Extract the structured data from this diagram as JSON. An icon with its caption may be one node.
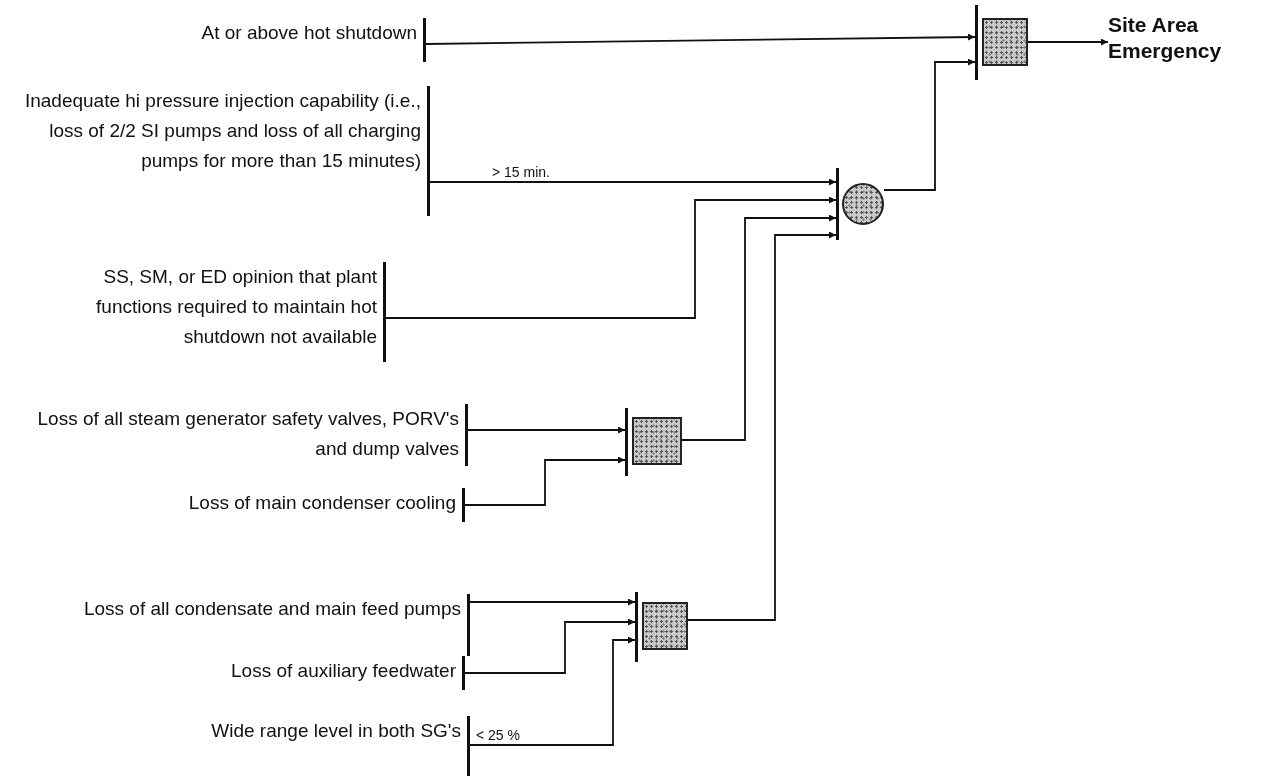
{
  "diagram": {
    "nodes": [
      {
        "text": [
          "At or above hot shutdown"
        ]
      },
      {
        "text": [
          "Inadequate hi pressure injection capability (i.e., loss of 2/2 SI pumps and loss of all charging pumps for more than 15 minutes)"
        ]
      },
      {
        "text": [
          "SS, SM, or ED opinion that plant functions required to maintain hot shutdown not available"
        ]
      },
      {
        "text": [
          "Loss of all steam generator safety valves, PORV's and dump valves"
        ]
      },
      {
        "text": [
          "Loss of main condenser cooling"
        ]
      },
      {
        "text": [
          "Loss of all condensate and main feed pumps"
        ]
      },
      {
        "text": [
          "Loss of auxiliary feedwater"
        ]
      },
      {
        "text": [
          "Wide range level in both SG's"
        ]
      },
      {
        "text": [],
        "shape": "box"
      },
      {
        "text": [],
        "shape": "circle"
      },
      {
        "text": [],
        "shape": "box"
      },
      {
        "text": [],
        "shape": "box"
      },
      {
        "text": [
          "Site Area Emergency"
        ]
      }
    ],
    "edges": [
      {
        "from": 0,
        "to": 8,
        "arrow": "to"
      },
      {
        "from": 9,
        "to": 8,
        "arrow": "to"
      },
      {
        "from": 8,
        "to": 12,
        "arrow": "to"
      },
      {
        "from": 1,
        "to": 9,
        "arrow": "to",
        "label": "> 15 min."
      },
      {
        "from": 2,
        "to": 9,
        "arrow": "to"
      },
      {
        "from": 10,
        "to": 9,
        "arrow": "to"
      },
      {
        "from": 11,
        "to": 9,
        "arrow": "to"
      },
      {
        "from": 3,
        "to": 10,
        "arrow": "to"
      },
      {
        "from": 4,
        "to": 10,
        "arrow": "to"
      },
      {
        "from": 5,
        "to": 11,
        "arrow": "to"
      },
      {
        "from": 6,
        "to": 11,
        "arrow": "to"
      },
      {
        "from": 7,
        "to": 11,
        "arrow": "to",
        "label": "< 25 %"
      }
    ]
  }
}
